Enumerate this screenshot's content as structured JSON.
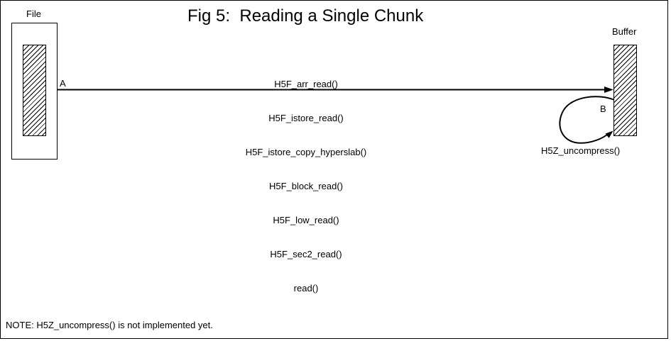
{
  "title": "Fig 5:  Reading a Single Chunk",
  "file": {
    "label": "File"
  },
  "buffer": {
    "label": "Buffer"
  },
  "arrows": {
    "a_label": "A",
    "b_label": "B",
    "b_caption": "H5Z_uncompress()"
  },
  "call_stack": [
    "H5F_arr_read()",
    "H5F_istore_read()",
    "H5F_istore_copy_hyperslab()",
    "H5F_block_read()",
    "H5F_low_read()",
    "H5F_sec2_read()",
    "read()"
  ],
  "note": "NOTE: H5Z_uncompress() is not implemented yet.",
  "colors": {
    "ink": "#000000",
    "paper": "#ffffff"
  }
}
